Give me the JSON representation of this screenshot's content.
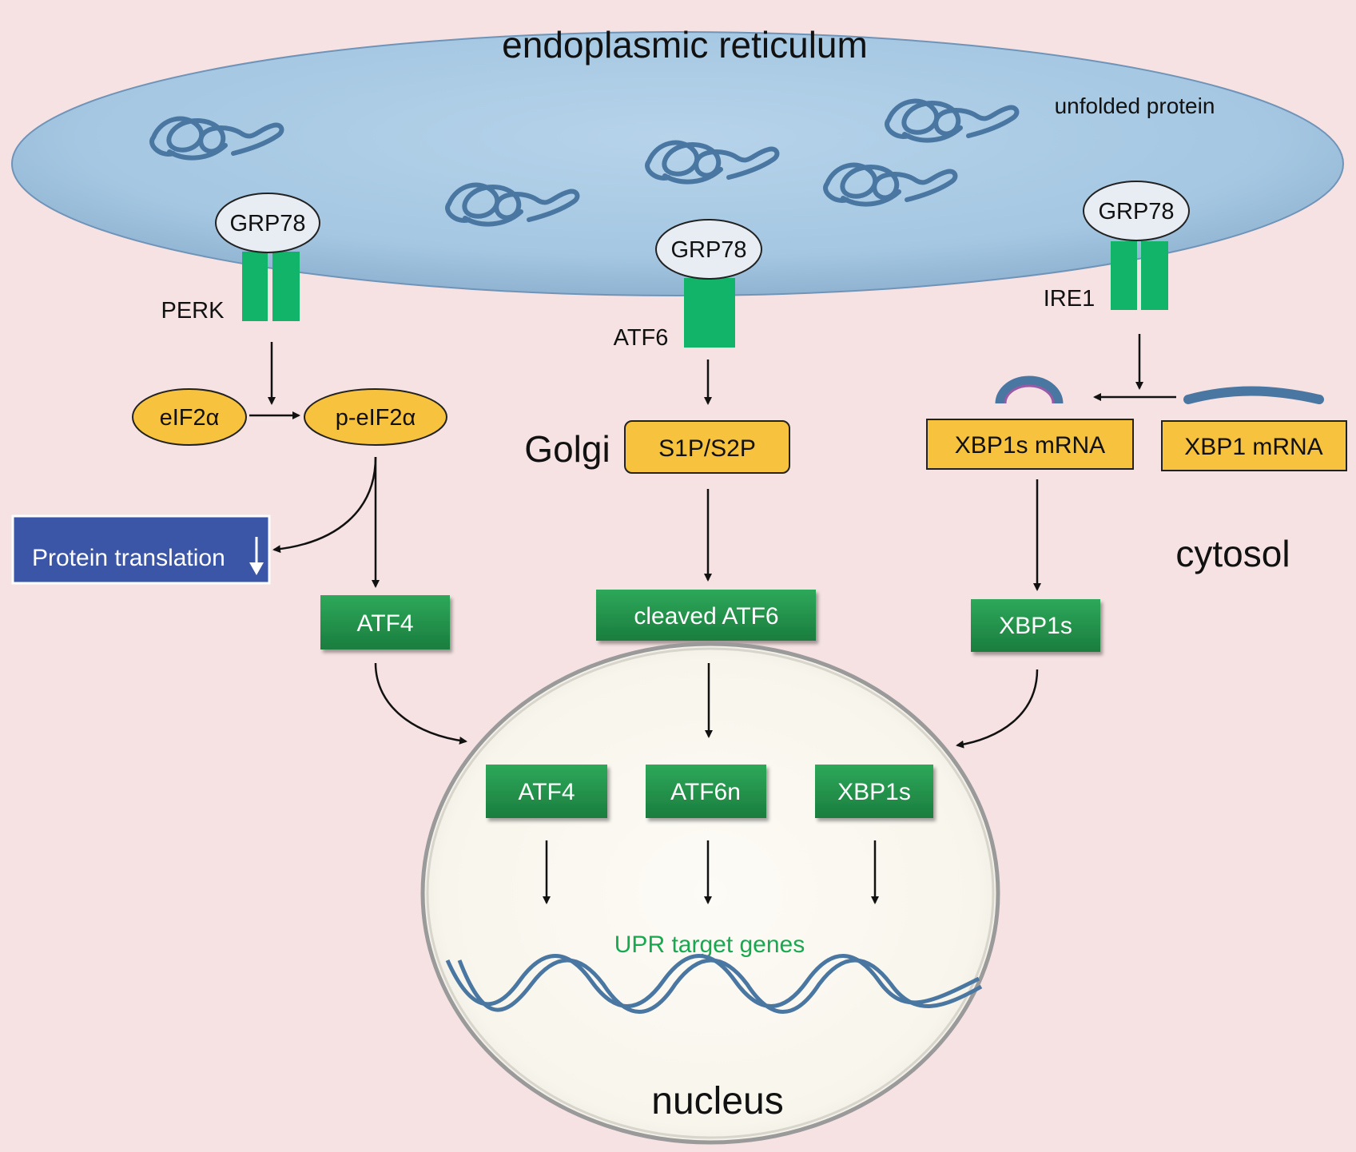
{
  "compartments": {
    "er": "endoplasmic reticulum",
    "unfolded_protein": "unfolded protein",
    "golgi": "Golgi",
    "cytosol": "cytosol",
    "nucleus": "nucleus"
  },
  "chaperone": "GRP78",
  "sensors": {
    "perk": "PERK",
    "atf6": "ATF6",
    "ire1": "IRE1"
  },
  "perk_branch": {
    "eif2a": "eIF2α",
    "p_eif2a": "p-eIF2α",
    "protein_translation": "Protein  translation",
    "atf4": "ATF4"
  },
  "atf6_branch": {
    "protease": "S1P/S2P",
    "cleaved": "cleaved ATF6"
  },
  "ire1_branch": {
    "xbp1s_mrna": "XBP1s mRNA",
    "xbp1_mrna": "XBP1 mRNA",
    "xbp1s": "XBP1s"
  },
  "nuclear_factors": {
    "atf4": "ATF4",
    "atf6n": "ATF6n",
    "xbp1s": "XBP1s"
  },
  "upr_target_genes": "UPR target genes",
  "colors": {
    "background": "#f6e2e2",
    "er_fill": "#a7c8e2",
    "protein_strand": "#4a77a2",
    "sensor_green": "#12b46a",
    "factor_green": "#1e8a45",
    "yellow": "#f7c23d",
    "translation_blue": "#3b56a6",
    "upr_text": "#18a850",
    "nucleus_fill": "#fbf8f1"
  }
}
